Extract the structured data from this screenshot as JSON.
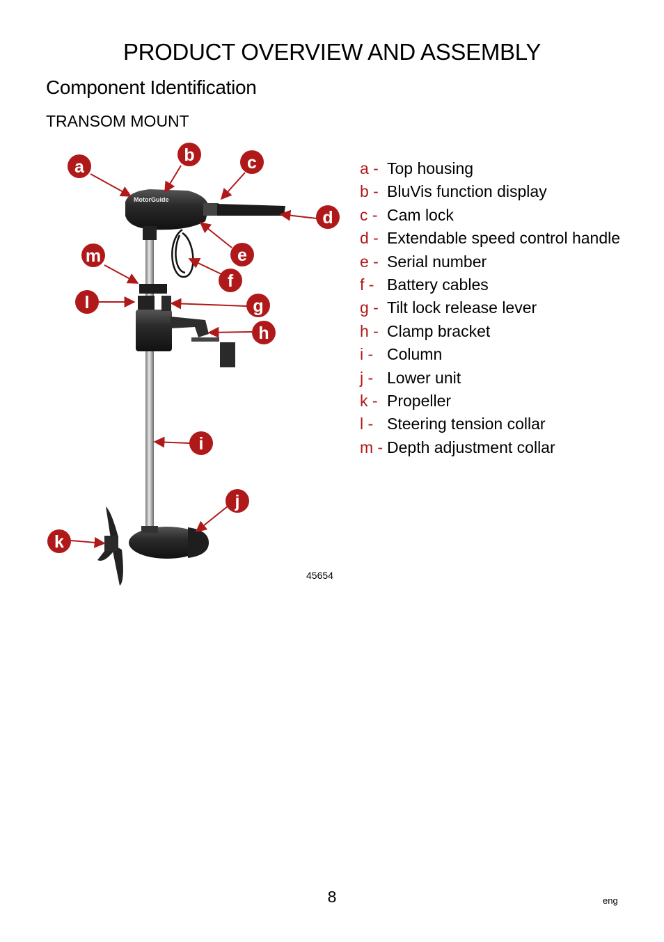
{
  "page_title": "PRODUCT OVERVIEW AND ASSEMBLY",
  "section_title": "Component Identification",
  "subsection_title": "TRANSOM MOUNT",
  "figure": {
    "number": "45654",
    "brand_label": "MotorGuide",
    "callouts": [
      "a",
      "b",
      "c",
      "d",
      "e",
      "f",
      "g",
      "h",
      "i",
      "j",
      "k",
      "l",
      "m"
    ]
  },
  "components": [
    {
      "letter": "a -",
      "name": "Top housing"
    },
    {
      "letter": "b -",
      "name": "BluVis function display"
    },
    {
      "letter": "c -",
      "name": "Cam lock"
    },
    {
      "letter": "d -",
      "name": "Extendable speed control handle"
    },
    {
      "letter": "e -",
      "name": "Serial number"
    },
    {
      "letter": "f -",
      "name": "Battery cables"
    },
    {
      "letter": "g -",
      "name": "Tilt lock release lever"
    },
    {
      "letter": "h -",
      "name": "Clamp bracket"
    },
    {
      "letter": "i -",
      "name": "Column"
    },
    {
      "letter": "j -",
      "name": "Lower unit"
    },
    {
      "letter": "k -",
      "name": "Propeller"
    },
    {
      "letter": "l -",
      "name": "Steering tension collar"
    },
    {
      "letter": "m -",
      "name": "Depth adjustment collar"
    }
  ],
  "footer": {
    "page_number": "8",
    "language": "eng"
  },
  "colors": {
    "accent": "#b01919",
    "motor_body": "#2a2a2a",
    "shaft": "#b8b8b8"
  }
}
